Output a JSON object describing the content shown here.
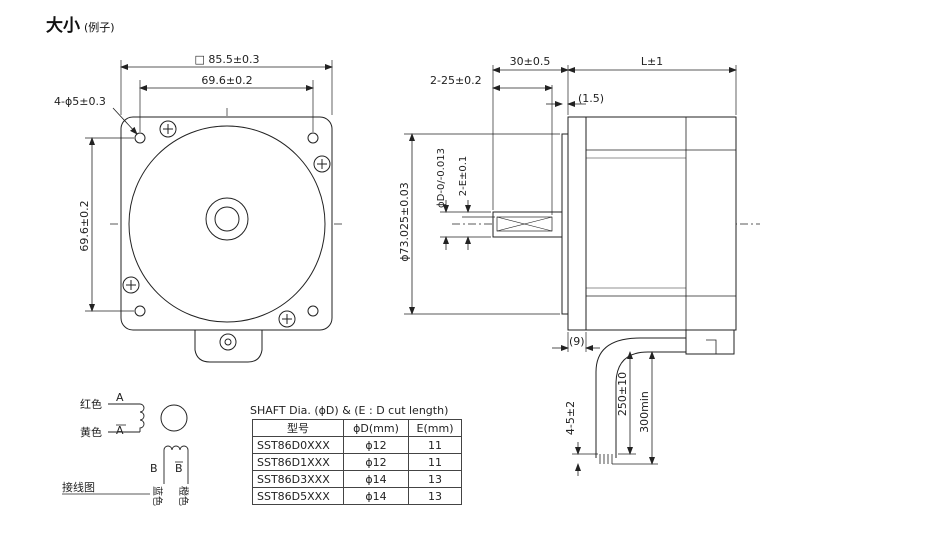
{
  "header": {
    "title": "大小",
    "subtitle": "(例子)"
  },
  "front_view": {
    "dim_outer": "□ 85.5±0.3",
    "dim_hole_spacing_h": "69.6±0.2",
    "dim_hole_spacing_v": "69.6±0.2",
    "dim_holes": "4-ϕ5±0.3"
  },
  "side_view": {
    "dim_shaft_len": "30±0.5",
    "dim_body_len": "L±1",
    "dim_cut_pos": "2-25±0.2",
    "dim_step": "(1.5)",
    "dim_boss_dia": "ϕ73.025±0.03",
    "dim_shaft_dia": "ϕD-0/-0.013",
    "dim_cut": "2-E±0.1",
    "dim_plate": "(9)",
    "dim_lead_250": "250±10",
    "dim_lead_300": "300min",
    "dim_strip": "4-5±2"
  },
  "wiring": {
    "red": "红色",
    "yellow": "黄色",
    "a": "A",
    "a_bar": "A",
    "b": "B",
    "b_bar": "B",
    "blue": "蓝色",
    "orange": "橙色",
    "caption": "接线图"
  },
  "shaft_table": {
    "caption": "SHAFT Dia. (ϕD) & (E : D cut length)",
    "headers": [
      "型号",
      "ϕD(mm)",
      "E(mm)"
    ],
    "rows": [
      [
        "SST86D0XXX",
        "ϕ12",
        "11"
      ],
      [
        "SST86D1XXX",
        "ϕ12",
        "11"
      ],
      [
        "SST86D3XXX",
        "ϕ14",
        "13"
      ],
      [
        "SST86D5XXX",
        "ϕ14",
        "13"
      ]
    ]
  }
}
